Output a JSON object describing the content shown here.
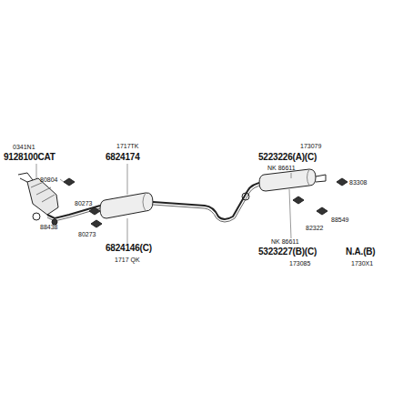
{
  "diagram": {
    "labels": [
      "0341N1",
      "9128100CAT",
      "80804",
      "80273",
      "88438",
      "80273",
      "1717TK",
      "6824174",
      "6824146(C)",
      "1717 QK",
      "173079",
      "5223226(A)(C)",
      "NK 86611",
      "83308",
      "88549",
      "82322",
      "NK 86611",
      "5323227(B)(C)",
      "173085",
      "N.A.(B)",
      "1730X1"
    ]
  }
}
